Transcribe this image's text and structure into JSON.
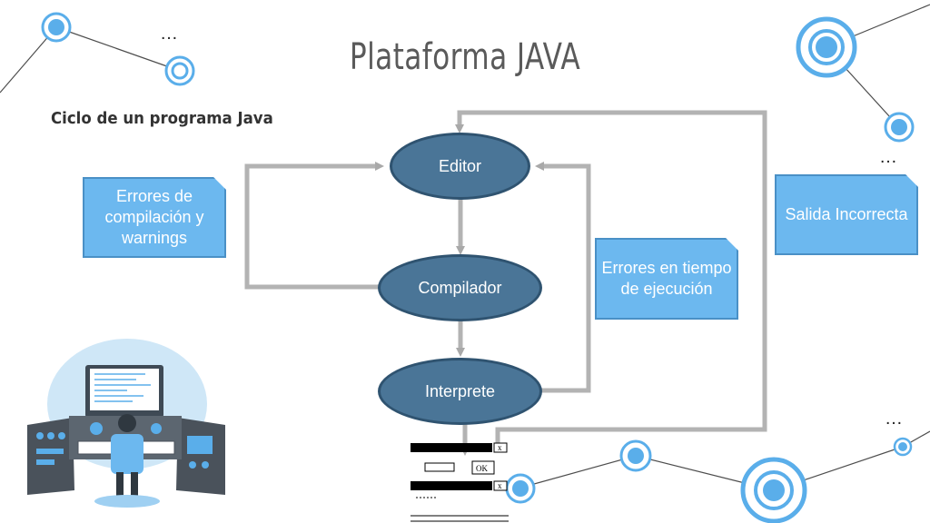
{
  "slide": {
    "title": "Plataforma JAVA",
    "subtitle": "Ciclo de un programa Java",
    "ellipsis": "…"
  },
  "diagram": {
    "nodes": [
      {
        "id": "editor",
        "label": "Editor"
      },
      {
        "id": "compilador",
        "label": "Compilador"
      },
      {
        "id": "interprete",
        "label": "Interprete"
      }
    ],
    "notes": [
      {
        "id": "errores-compilacion",
        "label": "Errores de compilación y warnings"
      },
      {
        "id": "errores-ejecucion",
        "label": "Errores en tiempo de ejecución"
      },
      {
        "id": "salida-incorrecta",
        "label": "Salida Incorrecta"
      }
    ],
    "edges": [
      {
        "from": "editor",
        "to": "compilador"
      },
      {
        "from": "compilador",
        "to": "interprete"
      },
      {
        "from": "compilador",
        "to": "editor",
        "via": "errores-compilacion"
      },
      {
        "from": "interprete",
        "to": "editor",
        "via": "errores-ejecucion"
      },
      {
        "from": "salida",
        "to": "editor",
        "via": "salida-incorrecta"
      }
    ],
    "dialog_ok": "OK"
  },
  "colors": {
    "node_fill": "#4a7597",
    "note_fill": "#6cb8ef",
    "arrow": "#b3b3b3",
    "accent": "#5aaeea"
  }
}
